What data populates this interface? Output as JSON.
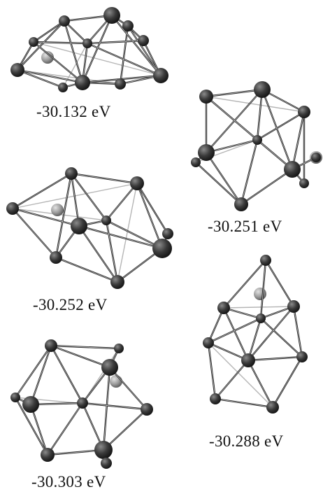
{
  "clusters": [
    {
      "energy_label": "-30.132 eV"
    },
    {
      "energy_label": "-30.251 eV"
    },
    {
      "energy_label": "-30.252 eV"
    },
    {
      "energy_label": "-30.288 eV"
    },
    {
      "energy_label": "-30.303 eV"
    }
  ],
  "colors": {
    "atom_main": "#3d3d3d",
    "atom_dopant": "#9a9a9a",
    "bond": "#222222",
    "bond_back": "#b5b5b5",
    "background": "#ffffff"
  }
}
